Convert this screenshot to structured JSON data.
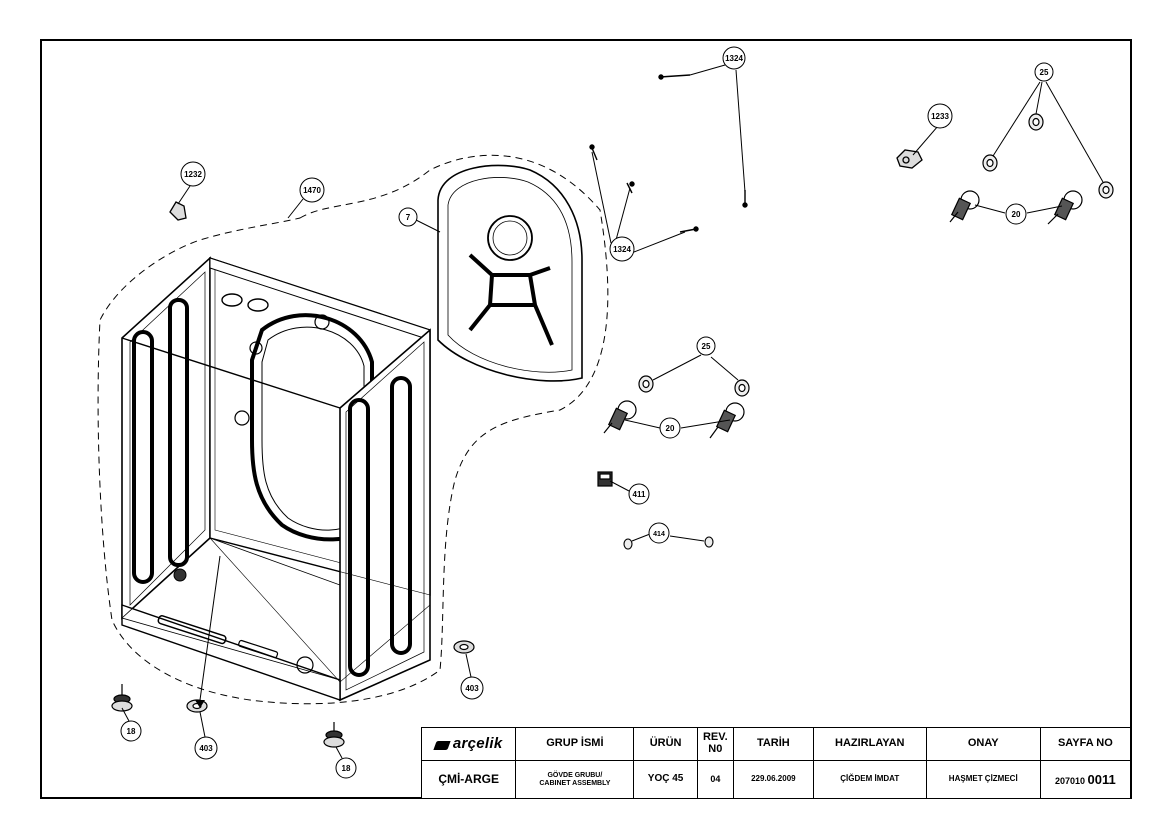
{
  "callouts": {
    "c1324_top": "1324",
    "c1324_mid": "1324",
    "c25_top": "25",
    "c1233": "1233",
    "c1232": "1232",
    "c1470": "1470",
    "c7": "7",
    "c20_top": "20",
    "c25_mid": "25",
    "c20_mid": "20",
    "c411": "411",
    "c414": "414",
    "c403_right": "403",
    "c403_bottom": "403",
    "c18_left": "18",
    "c18_right": "18"
  },
  "title_block": {
    "logo": "arçelik",
    "headers": {
      "group": "GRUP İSMİ",
      "product": "ÜRÜN",
      "rev_line1": "REV.",
      "rev_line2": "N0",
      "date": "TARİH",
      "prepared": "HAZIRLAYAN",
      "approved": "ONAY",
      "page": "SAYFA NO"
    },
    "values": {
      "department": "ÇMİ-ARGE",
      "group_line1": "GÖVDE GRUBU/",
      "group_line2": "CABINET ASSEMBLY",
      "product": "YOÇ 45",
      "rev": "04",
      "date": "229.06.2009",
      "prepared": "ÇİĞDEM İMDAT",
      "approved": "HAŞMET ÇİZMECİ",
      "page_prefix": "207010",
      "page_suffix": "0011"
    }
  },
  "colors": {
    "line": "#000000",
    "fill_light": "#f2f2f2",
    "fill_dark": "#1a1a1a"
  }
}
